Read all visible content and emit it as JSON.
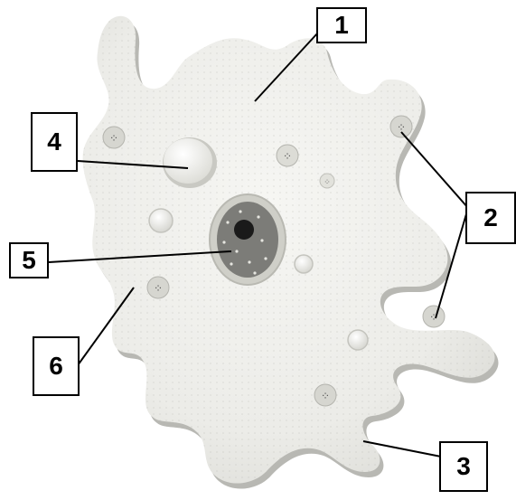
{
  "labels": {
    "l1": "1",
    "l2": "2",
    "l3": "3",
    "l4": "4",
    "l5": "5",
    "l6": "6"
  },
  "colors": {
    "cytoplasm": "#eeeeea",
    "cell_shadow": "#b9b9b4",
    "nucleus_ring": "#c5c5be",
    "nucleus": "#7c7c78",
    "nucleolus": "#1a1a1a",
    "vacuole": "#f7f7f4",
    "lines": "#000000"
  }
}
